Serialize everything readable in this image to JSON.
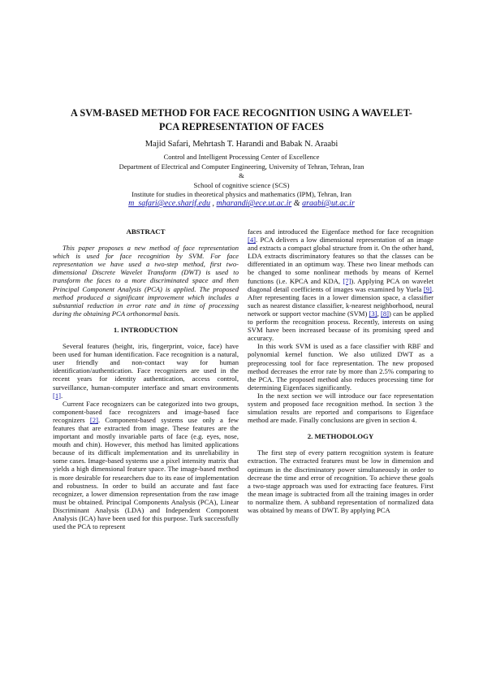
{
  "title_line1": "A SVM-BASED METHOD FOR FACE RECOGNITION USING A WAVELET-",
  "title_line2": "PCA REPRESENTATION OF FACES",
  "authors": "Majid Safari, Mehrtash T. Harandi and Babak N. Araabi",
  "aff1": "Control and Intelligent Processing Center of Excellence",
  "aff2": "Department of Electrical and Computer Engineering, University of Tehran, Tehran, Iran",
  "amp": "&",
  "aff3": "School of cognitive science (SCS)",
  "aff4": "Institute for studies in theoretical physics and mathematics (IPM), Tehran, Iran",
  "email1": "m_safari@ece.sharif.edu",
  "sep1": " , ",
  "email2": "mharandi@ece.ut.ac.ir",
  "sep2": " & ",
  "email3": "araabi@ut.ac.ir",
  "abstract_heading": "ABSTRACT",
  "abstract_text": "This paper proposes a new method of face representation which is used for face recognition by SVM. For face representation we have used a two-step method, first two-dimensional Discrete Wavelet Transform (DWT) is used to transform the faces to a more discriminated space and then Principal Component Analysis (PCA) is applied. The proposed method produced a significant improvement which includes a substantial reduction in error rate and in time of processing during the obtaining PCA orthonormal basis.",
  "intro_heading": "1.    INTRODUCTION",
  "intro_p1": "Several features (height, iris, fingerprint, voice, face) have been used for human identification. Face recognition is a natural, user friendly and non-contact way for human identification/authentication. Face recognizers are used in the recent years for identity authentication, access control, surveillance, human-computer interface and smart environments ",
  "ref1": "[1]",
  "intro_p1_end": ".",
  "intro_p2a": "Current Face recognizers can be categorized into two groups, component-based face recognizers and image-based face recognizers ",
  "ref2": "[2]",
  "intro_p2b": ". Component-based systems use only a few features that are extracted from image. These features are the important and mostly invariable parts of face (e.g. eyes, nose, mouth and chin). However, this method has limited applications because of its difficult implementation and its unreliability in some cases. Image-based systems use a pixel intensity matrix that yields a high dimensional feature space. The image-based method is more desirable for researchers due to its ease of implementation and robustness. In order to build an accurate and fast face recognizer, a lower dimension representation from the raw image must be obtained. Principal Components Analysis (PCA), Linear Discriminant Analysis (LDA) and Independent Component Analysis (ICA) have been used for this purpose. Turk successfully used the PCA to represent",
  "right_p1a": "faces and introduced the Eigenface method for face recognition ",
  "ref4": "[4]",
  "right_p1b": ". PCA delivers a low dimensional representation of an image and extracts a compact global structure from it. On the other hand, LDA extracts discriminatory features so that the classes can be differentiated in an optimum way. These two linear methods can be changed to some nonlinear methods by means of Kernel functions (i.e. KPCA and KDA, ",
  "ref7": "[7]",
  "right_p1c": "). Applying PCA on wavelet diagonal detail coefficients of images was examined by Yuela ",
  "ref9": "[9]",
  "right_p1d": ". After representing faces in a lower dimension space, a classifier such as nearest distance classifier, k-nearest neighborhood, neural network or support vector machine (SVM) ",
  "ref3": "[3]",
  "right_p1e": ", ",
  "ref8": "[8]",
  "right_p1f": ") can be applied to perform the recognition process. Recently, interests on using SVM have been increased because of its promising speed and accuracy.",
  "right_p2": "In this work SVM is used as a face classifier with RBF and polynomial kernel function. We also utilized DWT as a preprocessing tool for face representation. The new proposed method decreases the error rate by more than 2.5% comparing to the PCA. The proposed method also reduces processing time for determining Eigenfaces significantly.",
  "right_p3": "In the next section we will introduce our face representation system and proposed face recognition method. In section 3 the simulation results are reported and comparisons to Eigenface method are made. Finally conclusions are given in section 4.",
  "method_heading": "2.    METHODOLOGY",
  "method_p1": "The first step of every pattern recognition system is feature extraction. The extracted features must be low in dimension and optimum in the discriminatory power simultaneously in order to decrease the time and error of recognition. To achieve these goals a two-stage approach was used for extracting face features. First the mean image is subtracted from all the training images in order to normalize them. A subband representation of normalized data was obtained by means of DWT. By applying PCA"
}
